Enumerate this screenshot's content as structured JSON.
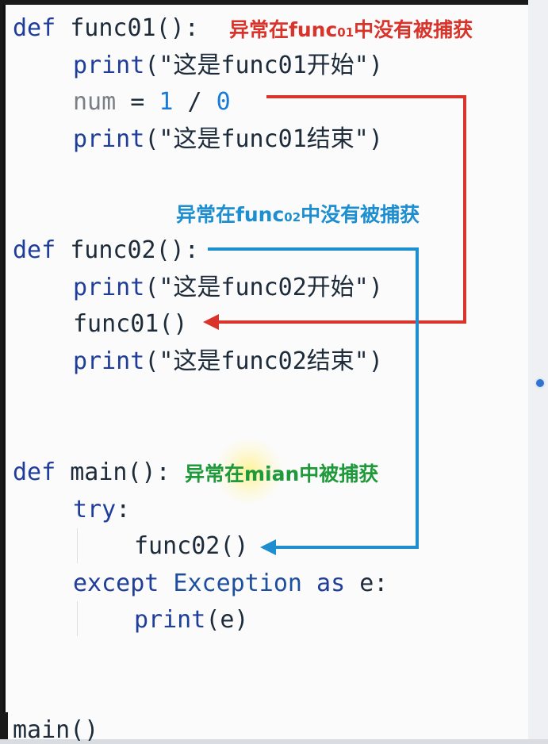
{
  "code": {
    "func01": {
      "def_kw": "def",
      "signature": " func01():",
      "print_start": {
        "fn": "print",
        "open": "(",
        "str": "\"这是func01开始\"",
        "close": ")"
      },
      "num_line": {
        "var": "num",
        "op": " = ",
        "left": "1",
        "div": " / ",
        "right": "0"
      },
      "print_end": {
        "fn": "print",
        "open": "(",
        "str": "\"这是func01结束\"",
        "close": ")"
      }
    },
    "func02": {
      "def_kw": "def",
      "signature": " func02():",
      "print_start": {
        "fn": "print",
        "open": "(",
        "str": "\"这是func02开始\"",
        "close": ")"
      },
      "call": "func01()",
      "print_end": {
        "fn": "print",
        "open": "(",
        "str": "\"这是func02结束\"",
        "close": ")"
      }
    },
    "main": {
      "def_kw": "def",
      "signature": " main():",
      "try_kw": "try",
      "try_colon": ":",
      "call": "func02()",
      "except_kw": "except",
      "exception_cls": " Exception",
      "as_kw": " as",
      "var": " e:",
      "print_fn": "print",
      "print_arg": "(e)"
    },
    "entry_call": "main()"
  },
  "annotations": {
    "func01": {
      "prefix": "异常在func",
      "sub": "01",
      "suffix": "中没有被捕获"
    },
    "func02": {
      "prefix": "异常在func",
      "sub": "02",
      "suffix": "中没有被捕获"
    },
    "main": {
      "text": "异常在mian中被捕获"
    }
  },
  "colors": {
    "red_arrow": "#d9342b",
    "blue_arrow": "#1d8fd0",
    "green_text": "#1f9a3a",
    "keyword": "#1f3d9a",
    "number": "#1a7bd6"
  }
}
